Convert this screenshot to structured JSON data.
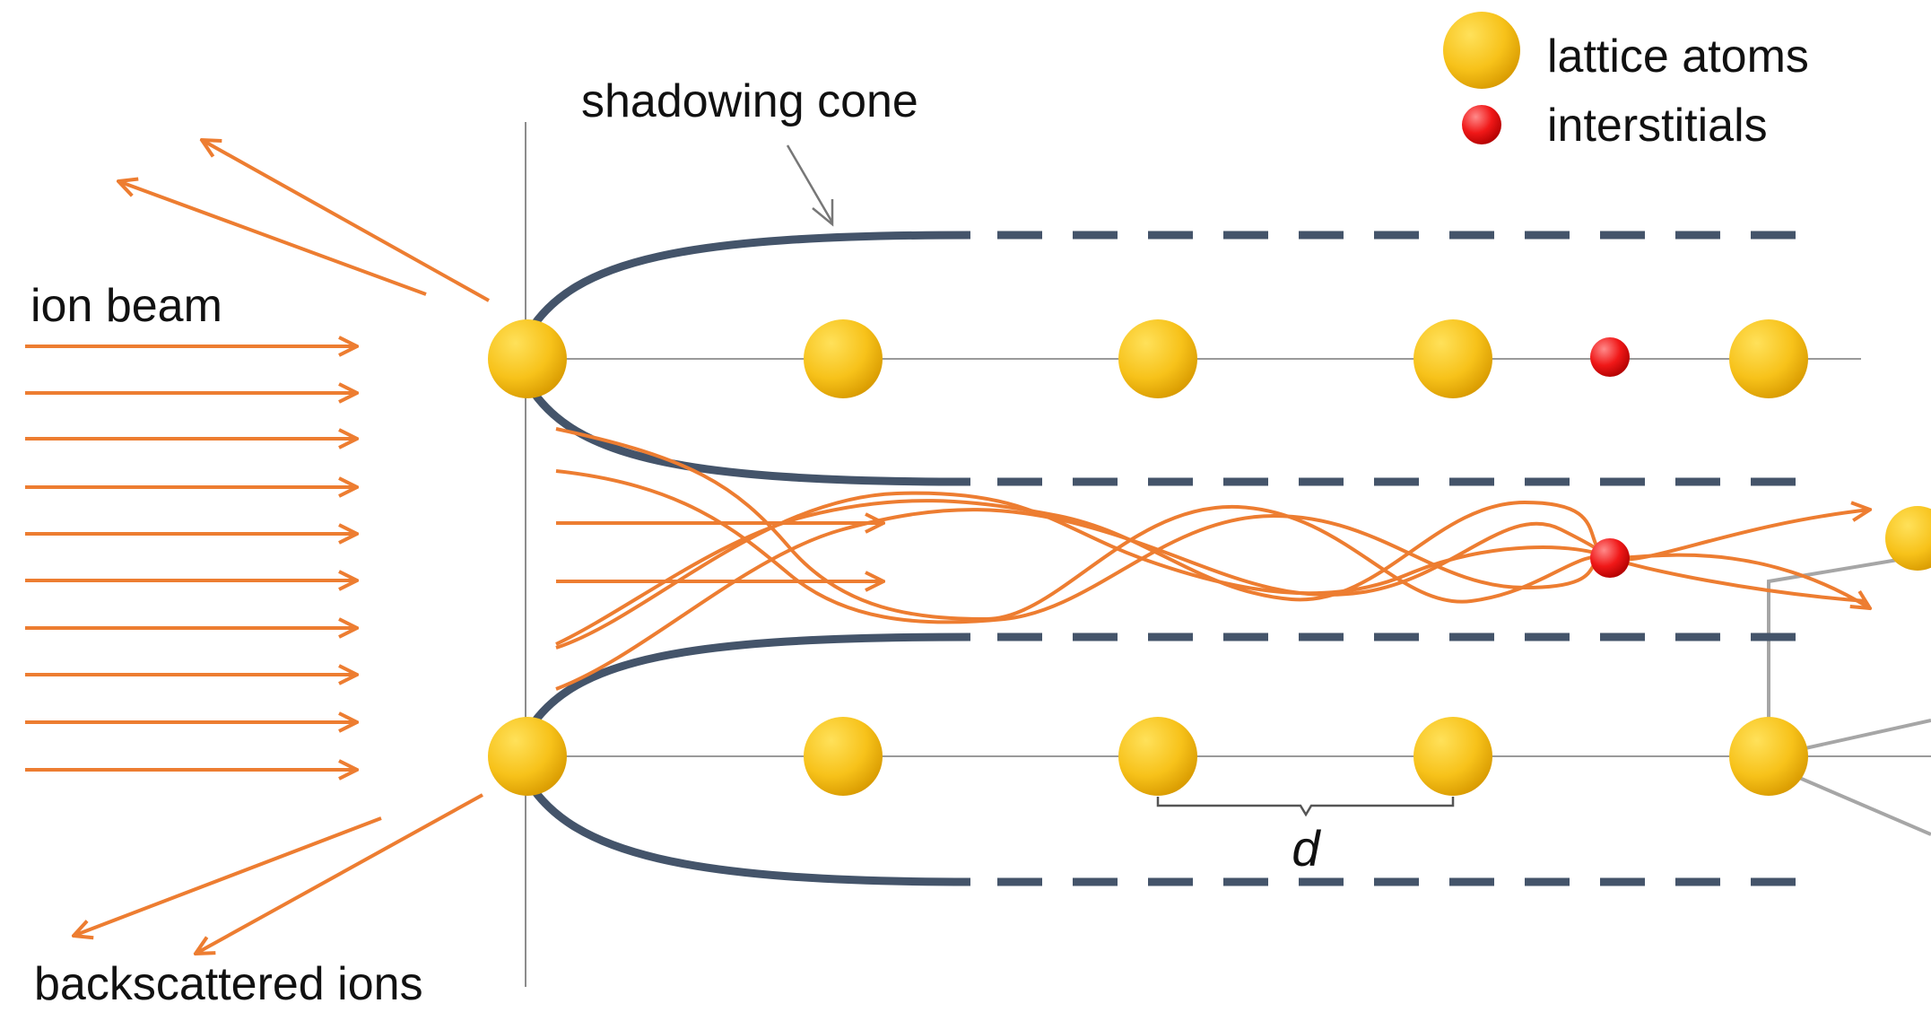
{
  "labels": {
    "shadowing_cone": "shadowing cone",
    "ion_beam": "ion beam",
    "backscattered_ions": "backscattered ions",
    "spacing": "d"
  },
  "legend": {
    "lattice_atoms": "lattice atoms",
    "interstitials": "interstitials"
  },
  "colors": {
    "ion": "#ED7D31",
    "cone": "#44546A",
    "atom_light": "#FFE15A",
    "atom_dark": "#E0A400",
    "interstitial_light": "#FF6A6A",
    "interstitial_dark": "#D60000",
    "axis": "#8C8C8C",
    "frame": "#A6A6A6"
  }
}
